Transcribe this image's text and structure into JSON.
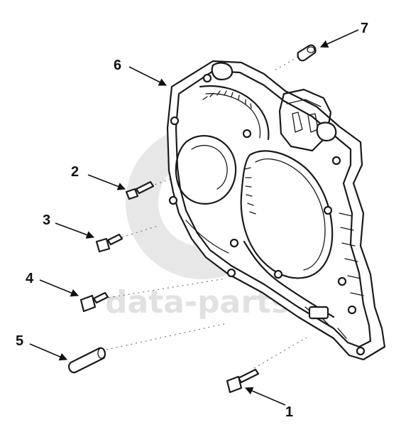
{
  "diagram": {
    "watermark": {
      "text": "data-parts"
    },
    "callouts": [
      {
        "id": "1",
        "label": "1"
      },
      {
        "id": "2",
        "label": "2"
      },
      {
        "id": "3",
        "label": "3"
      },
      {
        "id": "4",
        "label": "4"
      },
      {
        "id": "5",
        "label": "5"
      },
      {
        "id": "6",
        "label": "6"
      },
      {
        "id": "7",
        "label": "7"
      }
    ]
  }
}
